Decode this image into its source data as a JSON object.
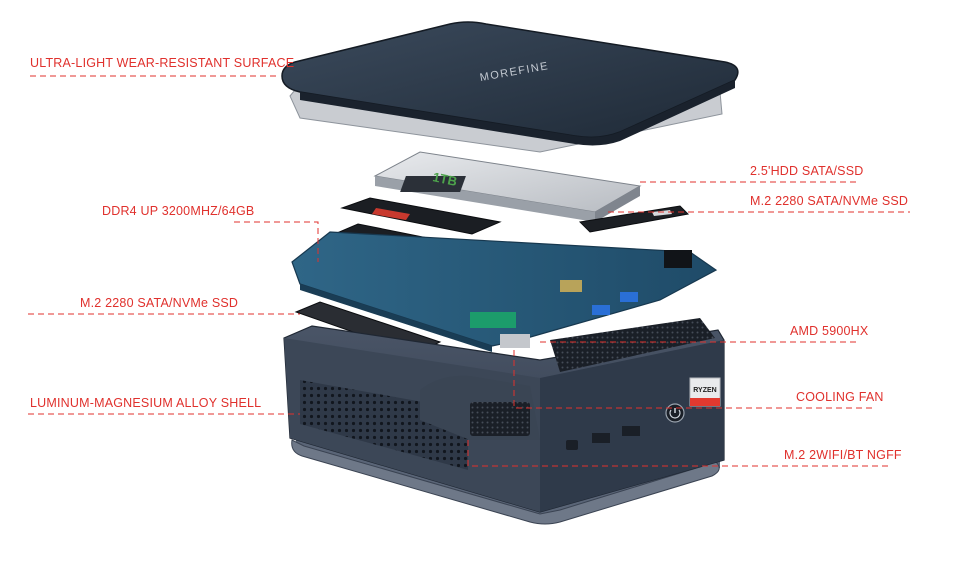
{
  "brand": {
    "logo_text": "MOREFINE",
    "cpu_badge": "RYZEN",
    "hdd_label": "1TB"
  },
  "callouts": {
    "surface": "ULTRA-LIGHT WEAR-RESISTANT SURFACE",
    "ddr4": "DDR4 UP 3200MHZ/64GB",
    "m2_left": "M.2 2280 SATA/NVMe SSD",
    "shell": "LUMINUM-MAGNESIUM ALLOY SHELL",
    "hdd": "2.5'HDD SATA/SSD",
    "m2_right": "M.2 2280 SATA/NVMe SSD",
    "cpu": "AMD 5900HX",
    "fan": "COOLING FAN",
    "wifi": "M.2 2WIFI/BT NGFF"
  },
  "colors": {
    "accent": "#e0312d",
    "case": "#3e4a5c",
    "board": "#2d5f7e"
  }
}
